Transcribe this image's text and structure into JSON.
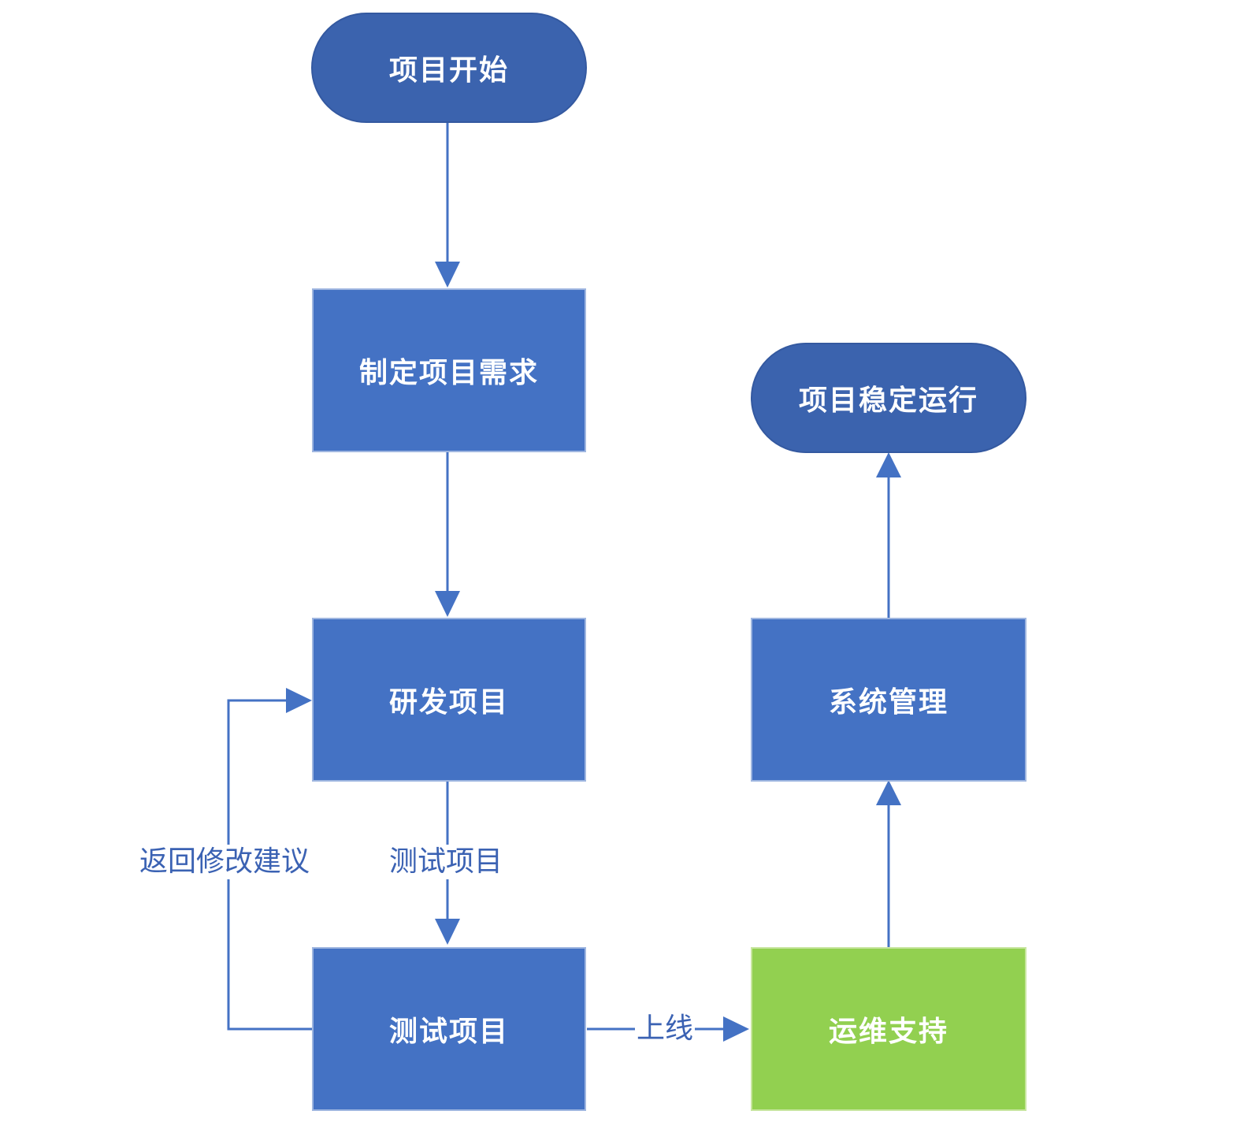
{
  "colors": {
    "terminal": "#3b63ae",
    "process": "#4472c4",
    "support": "#92d050",
    "connector": "#4472c4",
    "label_text": "#3b62b3"
  },
  "nodes": {
    "start": "项目开始",
    "requirements": "制定项目需求",
    "develop": "研发项目",
    "test": "测试项目",
    "support": "运维支持",
    "system_mgmt": "系统管理",
    "end": "项目稳定运行"
  },
  "edge_labels": {
    "return_suggestions": "返回修改建议",
    "testing": "测试项目",
    "go_live": "上线"
  }
}
